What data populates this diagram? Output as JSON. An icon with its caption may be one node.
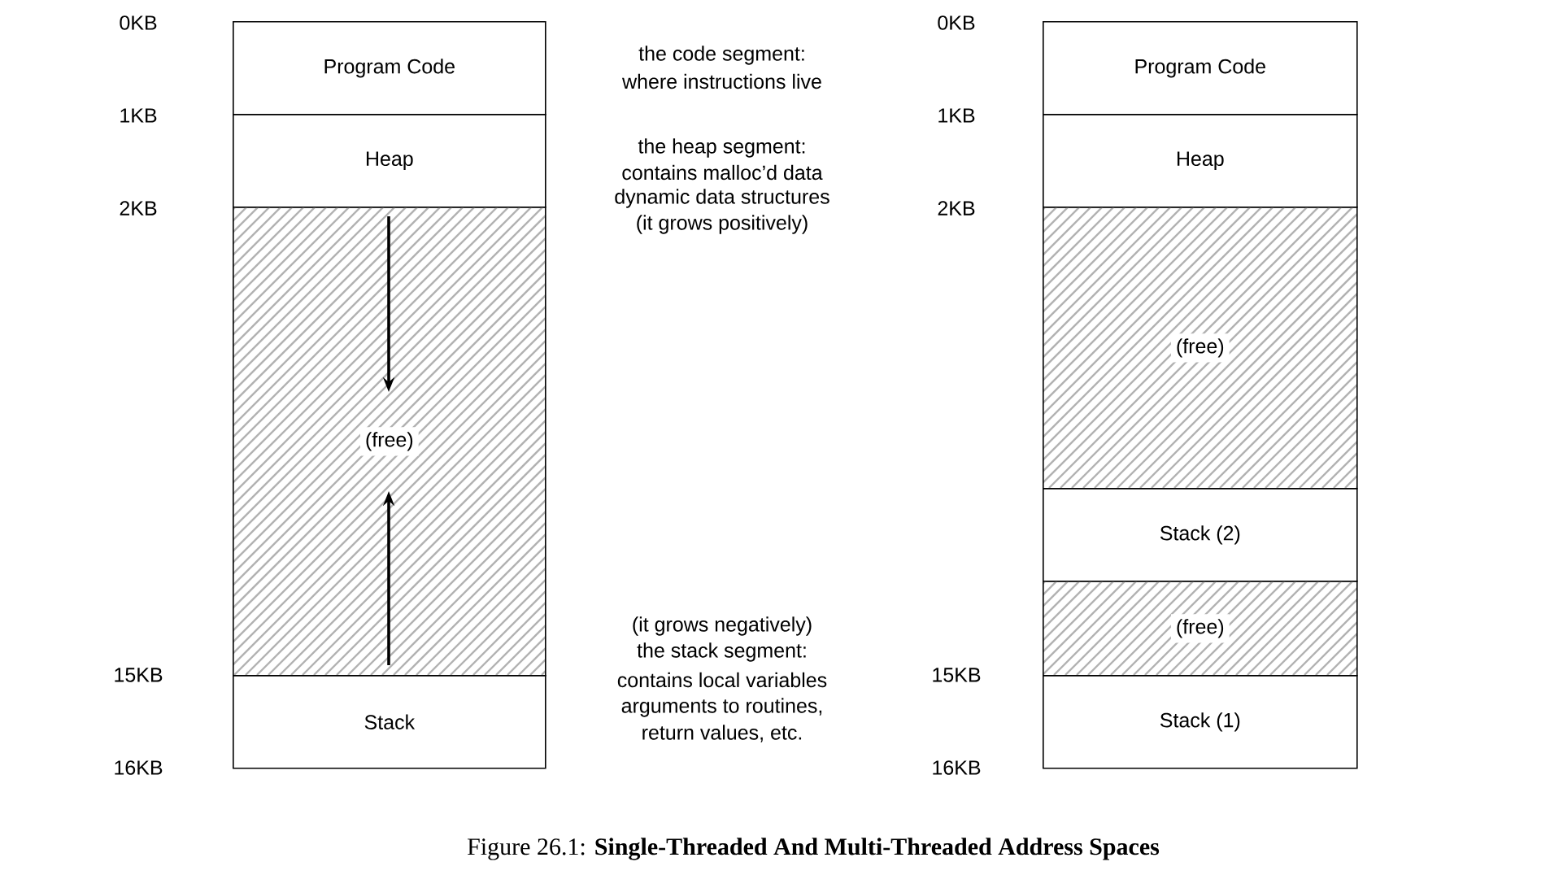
{
  "diagram": {
    "caption": "Figure 26.1: **Single-Threaded And Multi-Threaded Address Spaces**",
    "nodes": [
      {
        "text": [
          "Program Code"
        ]
      },
      {
        "text": [
          "Heap"
        ]
      },
      {
        "text": [
          "(free)"
        ]
      },
      {
        "text": [
          "Stack"
        ]
      },
      {
        "text": [
          "Program Code"
        ]
      },
      {
        "text": [
          "Heap"
        ]
      },
      {
        "text": [
          "(free)"
        ]
      },
      {
        "text": [
          "Stack (2)"
        ]
      },
      {
        "text": [
          "(free)"
        ]
      },
      {
        "text": [
          "Stack (1)"
        ]
      }
    ],
    "labels": [
      "0KB",
      "1KB",
      "2KB",
      "15KB",
      "16KB",
      "the code segment:",
      "where instructions live",
      "the heap segment:",
      "contains malloc’d data",
      "dynamic data structures",
      "(it grows positively)",
      "(it grows negatively)",
      "the stack segment:",
      "contains local variables",
      "arguments to routines,",
      "return values, etc.",
      "0KB",
      "1KB",
      "2KB",
      "15KB",
      "16KB"
    ]
  }
}
